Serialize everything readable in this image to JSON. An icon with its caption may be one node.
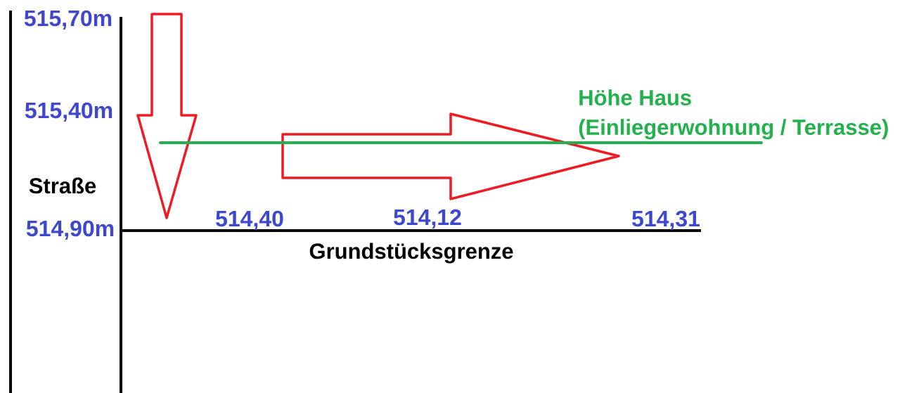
{
  "diagram": {
    "labels": [
      "515,70m",
      "Höhe Haus (Einliegerwohnung / Terrasse)",
      "515,40m",
      "Straße",
      "514,90m",
      "514,40",
      "514,12",
      "514,31",
      "Grundstücksgrenze"
    ]
  }
}
